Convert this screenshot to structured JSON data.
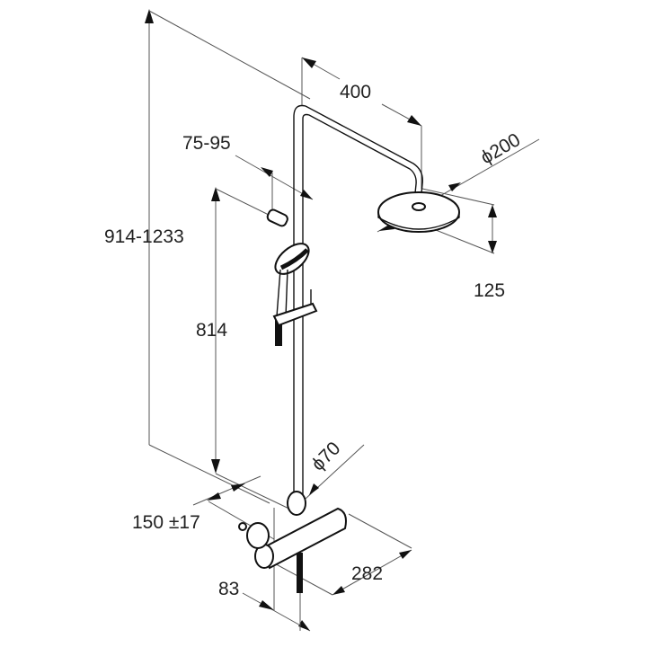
{
  "drawing": {
    "subject": "Shower system technical dimension drawing",
    "line_color": "#111111",
    "dimension_line_color": "#555555",
    "background": "#ffffff"
  },
  "dimensions": {
    "total_height": "914-1233",
    "riser_height": "814",
    "overhead_arm_length": "400",
    "head_diameter": "200",
    "head_drop": "125",
    "slider_offset": "75-95",
    "wall_tube_diameter": "70",
    "inlet_spacing": "150 ±17",
    "mixer_depth": "83",
    "mixer_width": "282",
    "diameter_symbol": "ϕ"
  }
}
